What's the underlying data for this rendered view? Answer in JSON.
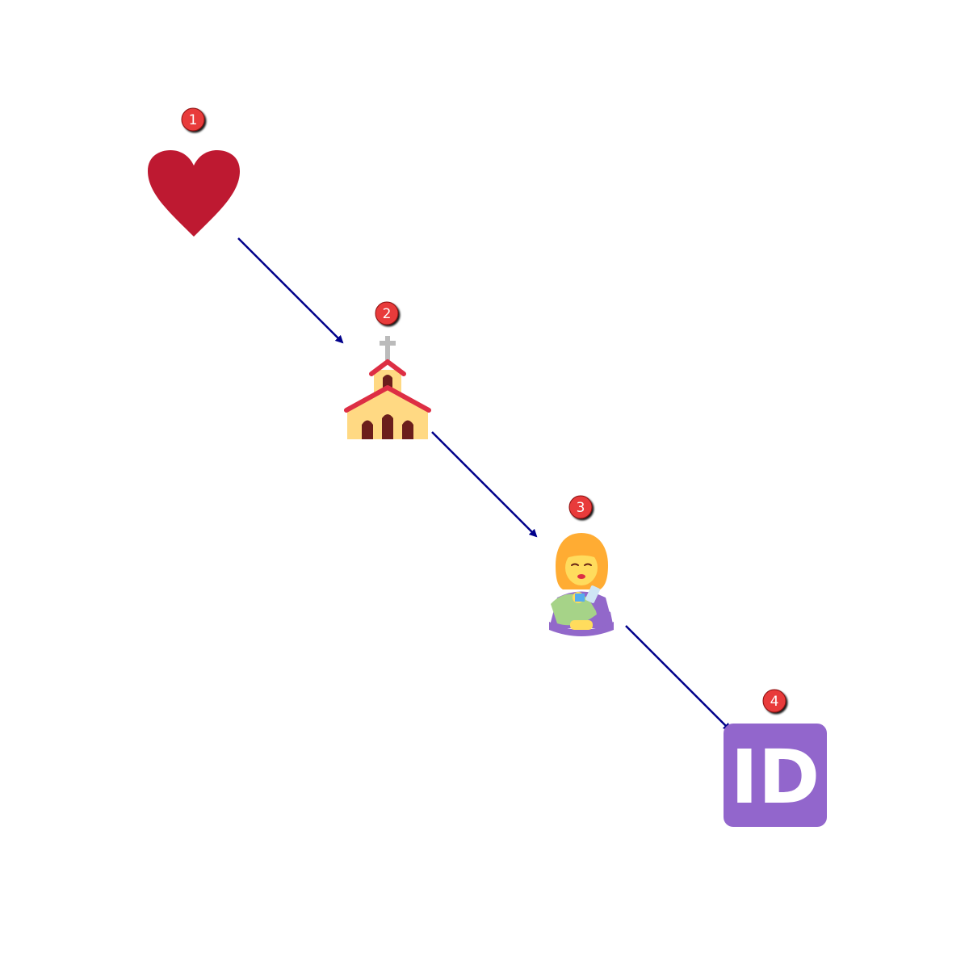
{
  "steps": [
    {
      "number": "1",
      "icon": "red-heart-icon"
    },
    {
      "number": "2",
      "icon": "church-icon"
    },
    {
      "number": "3",
      "icon": "woman-feeding-baby-icon"
    },
    {
      "number": "4",
      "icon": "id-button-icon",
      "text": "ID"
    }
  ],
  "colors": {
    "arrow": "#00008b",
    "badge": "#e83a3a",
    "heart": "#be1931",
    "church_wall": "#ffd983",
    "church_roof": "#dd2e44",
    "church_door": "#6b1e1b",
    "cross": "#bbbbbb",
    "hair": "#ffac33",
    "skin": "#ffdc5d",
    "sleeve": "#9268ca",
    "blanket": "#a6d388",
    "id_button": "#9266cc"
  }
}
